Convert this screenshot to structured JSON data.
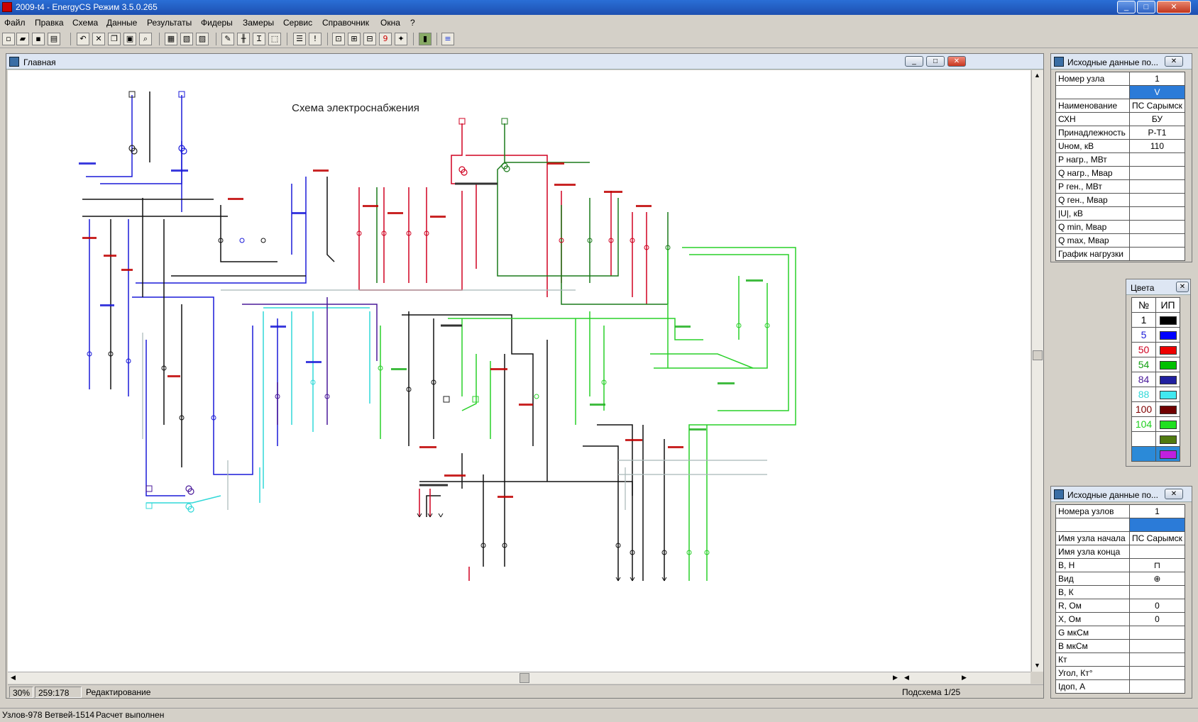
{
  "app": {
    "title": "2009-t4 - EnergyCS Режим 3.5.0.265",
    "controls": {
      "minimize": "_",
      "maximize": "□",
      "close": "✕"
    }
  },
  "menu": [
    "Файл",
    "Правка",
    "Схема",
    "Данные",
    "Результаты",
    "Фидеры",
    "Замеры",
    "Сервис",
    "Справочник",
    "Окна",
    "?"
  ],
  "toolbar_icons": [
    "new-icon",
    "open-icon",
    "save-icon",
    "print-icon",
    "undo-icon",
    "cut-icon",
    "copy-icon",
    "paste-icon",
    "find-icon",
    "window-icon",
    "window2-icon",
    "window3-icon",
    "draw-icon",
    "node-icon",
    "branch-icon",
    "select-icon",
    "table-icon",
    "info-icon",
    "view-icon",
    "grid-icon",
    "params-icon",
    "calc-icon",
    "colors-icon",
    "book-icon",
    "menu-icon"
  ],
  "main_window": {
    "title": "Главная",
    "diagram_title": "Схема электроснабжения",
    "status": {
      "zoom": "30%",
      "coords": "259:178",
      "mode": "Редактирование",
      "subscheme": "Подсхема 1/25"
    }
  },
  "node_panel": {
    "title": "Исходные данные по...",
    "rows": [
      {
        "label": "Номер узла",
        "value": "1"
      },
      {
        "label": "",
        "value": "V",
        "selected": true
      },
      {
        "label": "Наименование",
        "value": "ПС Сарымск"
      },
      {
        "label": "СХН",
        "value": "БУ"
      },
      {
        "label": "Принадлежность",
        "value": "Р-Т1"
      },
      {
        "label": "Uном, кВ",
        "value": "110"
      },
      {
        "label": "Р нагр., МВт",
        "value": ""
      },
      {
        "label": "Q нагр., Мвар",
        "value": ""
      },
      {
        "label": "Р ген., МВт",
        "value": ""
      },
      {
        "label": "Q ген., Мвар",
        "value": ""
      },
      {
        "label": "|U|, кВ",
        "value": ""
      },
      {
        "label": "Q min, Мвар",
        "value": ""
      },
      {
        "label": "Q max, Мвар",
        "value": ""
      },
      {
        "label": "График нагрузки",
        "value": ""
      }
    ]
  },
  "colors_panel": {
    "title": "Цвета",
    "header": [
      "№",
      "ИП"
    ],
    "rows": [
      {
        "num": "1",
        "num_color": "#000000",
        "swatch": "#000000"
      },
      {
        "num": "5",
        "num_color": "#1a1ad8",
        "swatch": "#0000ff"
      },
      {
        "num": "50",
        "num_color": "#d00020",
        "swatch": "#ee0000"
      },
      {
        "num": "54",
        "num_color": "#12a012",
        "swatch": "#00c000"
      },
      {
        "num": "84",
        "num_color": "#4a1a9a",
        "swatch": "#2020a0"
      },
      {
        "num": "88",
        "num_color": "#30d8d8",
        "swatch": "#40e8f0"
      },
      {
        "num": "100",
        "num_color": "#800000",
        "swatch": "#700000"
      },
      {
        "num": "104",
        "num_color": "#20d020",
        "swatch": "#20e020"
      },
      {
        "num": "",
        "num_color": "#000000",
        "swatch": "#507a10"
      },
      {
        "num": "",
        "num_color": "#000000",
        "swatch": "#c020e0",
        "selected_bg": "#2b8ad8"
      }
    ]
  },
  "branch_panel": {
    "title": "Исходные данные по...",
    "rows": [
      {
        "label": "Номера узлов",
        "value": "1"
      },
      {
        "label": "",
        "value": "",
        "selected": true
      },
      {
        "label": "Имя узла начала",
        "value": "ПС Сарымск"
      },
      {
        "label": "Имя узла конца",
        "value": ""
      },
      {
        "label": "В, Н",
        "value": "",
        "icon": "breaker-symbol-icon"
      },
      {
        "label": "Вид",
        "value": "",
        "icon": "transformer-symbol-icon"
      },
      {
        "label": "В, К",
        "value": ""
      },
      {
        "label": "R, Ом",
        "value": "0"
      },
      {
        "label": "X, Ом",
        "value": "0"
      },
      {
        "label": "G мкСм",
        "value": ""
      },
      {
        "label": "В мкСм",
        "value": ""
      },
      {
        "label": "Кт",
        "value": ""
      },
      {
        "label": "Угол, Кт°",
        "value": ""
      },
      {
        "label": "Iдоп, А",
        "value": ""
      }
    ]
  },
  "app_status": {
    "nodes": "Узлов-978",
    "branches": "Ветвей-1514",
    "calc": "Расчет выполнен"
  }
}
